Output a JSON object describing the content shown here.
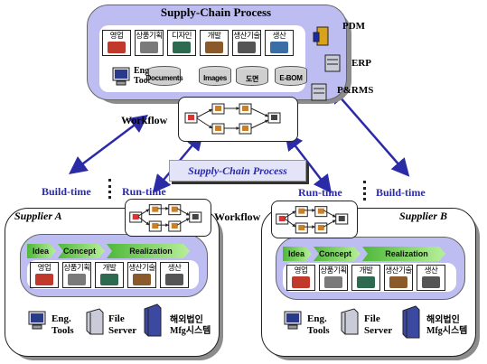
{
  "top": {
    "title": "Supply-Chain Process",
    "processes": [
      "영업",
      "상품기획",
      "디자인",
      "개발",
      "생산기술",
      "생산"
    ],
    "eng_tools": "Eng.\nTools",
    "databases": [
      "Documents",
      "Images",
      "도면",
      "E-BOM"
    ],
    "systems": [
      "PDM",
      "ERP",
      "P&RMS"
    ]
  },
  "workflow_label": "Workflow",
  "banner": "Supply-Chain Process",
  "build_time": "Build-time",
  "run_time": "Run-time",
  "supplier_a": {
    "title": "Supplier A",
    "stages": [
      "Idea",
      "Concept",
      "Realization"
    ],
    "processes": [
      "영업",
      "상품기획",
      "개발",
      "생산기술",
      "생산"
    ],
    "eng_tools": "Eng.\nTools",
    "file_server": "File\nServer",
    "mfg_system": "해외법인\nMfg시스템"
  },
  "supplier_b": {
    "title": "Supplier B",
    "stages": [
      "Idea",
      "Concept",
      "Realization"
    ],
    "processes": [
      "영업",
      "상품기획",
      "개발",
      "생산기술",
      "생산"
    ],
    "eng_tools": "Eng.\nTools",
    "file_server": "File\nServer",
    "mfg_system": "해외법인\nMfg시스템"
  },
  "colors": {
    "arrow": "#2b2ba8",
    "lavender": "#bdbdf2",
    "stage_green": "#7ed957",
    "banner_bg": "#e4e4f8"
  }
}
